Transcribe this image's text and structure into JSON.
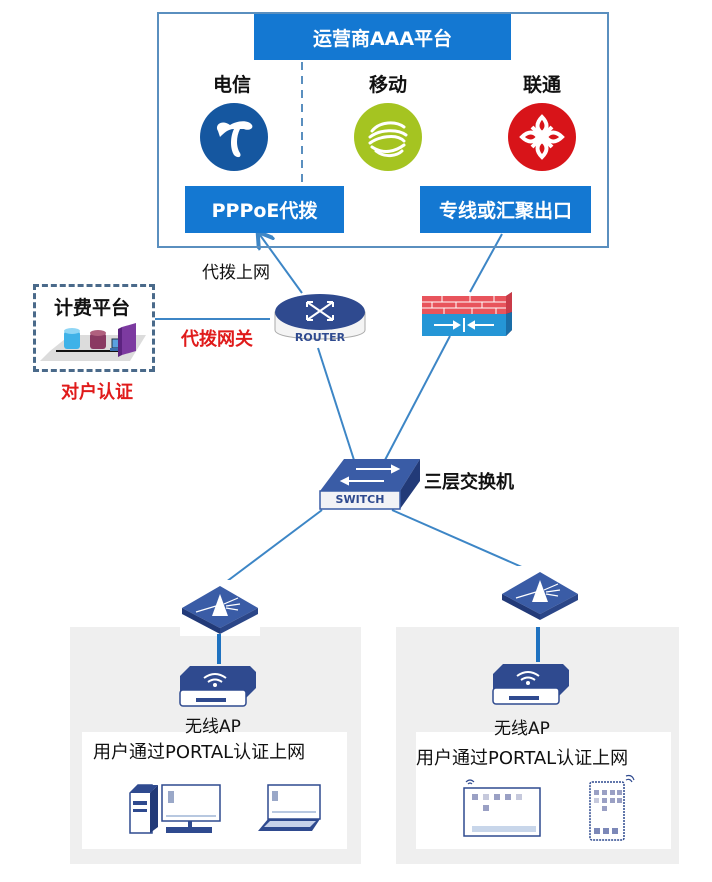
{
  "aaa_platform": {
    "title": "运营商AAA平台"
  },
  "carriers": [
    {
      "name": "电信",
      "logo": "china-telecom-logo",
      "color": "#1557a0"
    },
    {
      "name": "移动",
      "logo": "china-mobile-logo",
      "color": "#a5c421"
    },
    {
      "name": "联通",
      "logo": "china-unicom-logo",
      "color": "#d81419"
    }
  ],
  "exits": {
    "pppoe": "PPPoE代拨",
    "dedicated": "专线或汇聚出口"
  },
  "links": {
    "dial_up_label": "代拨上网",
    "gateway_label": "代拨网关"
  },
  "billing": {
    "title": "计费平台",
    "auth_label": "对户认证"
  },
  "devices": {
    "router_label": "ROUTER",
    "switch_label": "SWITCH",
    "switch_caption": "三层交换机"
  },
  "access_zones": [
    {
      "ap_label": "无线AP",
      "portal_text": "用户通过PORTAL认证上网",
      "endpoints": [
        "desktop-pc",
        "laptop"
      ]
    },
    {
      "ap_label": "无线AP",
      "portal_text": "用户通过PORTAL认证上网",
      "endpoints": [
        "tablet",
        "smartphone"
      ]
    }
  ],
  "colors": {
    "primary_blue": "#1478d2",
    "line_blue": "#3d86c6",
    "device_navy": "#2f4a8f",
    "alert_red": "#e01b1b",
    "firewall_red": "#e8545c",
    "panel_gray": "#efefef"
  }
}
